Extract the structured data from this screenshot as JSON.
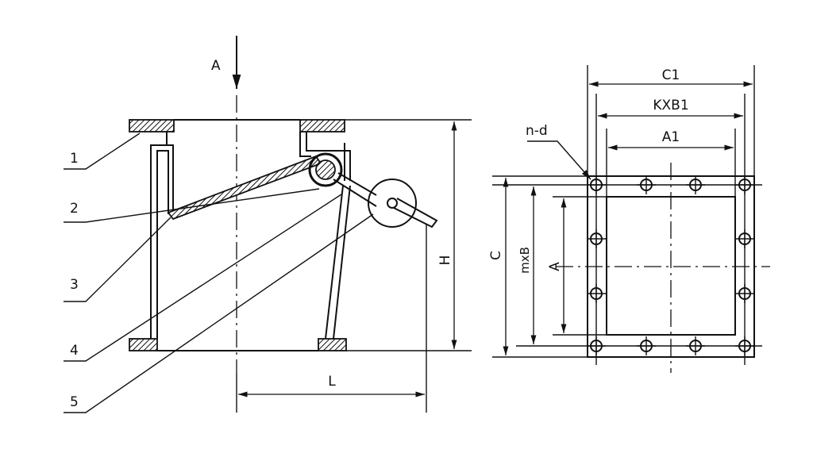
{
  "side_view": {
    "arrow_label": "A",
    "dim_height": "H",
    "dim_length": "L",
    "callouts": [
      "1",
      "2",
      "3",
      "4",
      "5"
    ]
  },
  "front_view": {
    "dim_c1": "C1",
    "dim_kxb1": "KXB1",
    "dim_a1": "A1",
    "dim_c": "C",
    "dim_mxb": "mxB",
    "dim_a": "A",
    "hole_spec": "n-d"
  },
  "colors": {
    "line": "#111111",
    "background": "#ffffff"
  }
}
